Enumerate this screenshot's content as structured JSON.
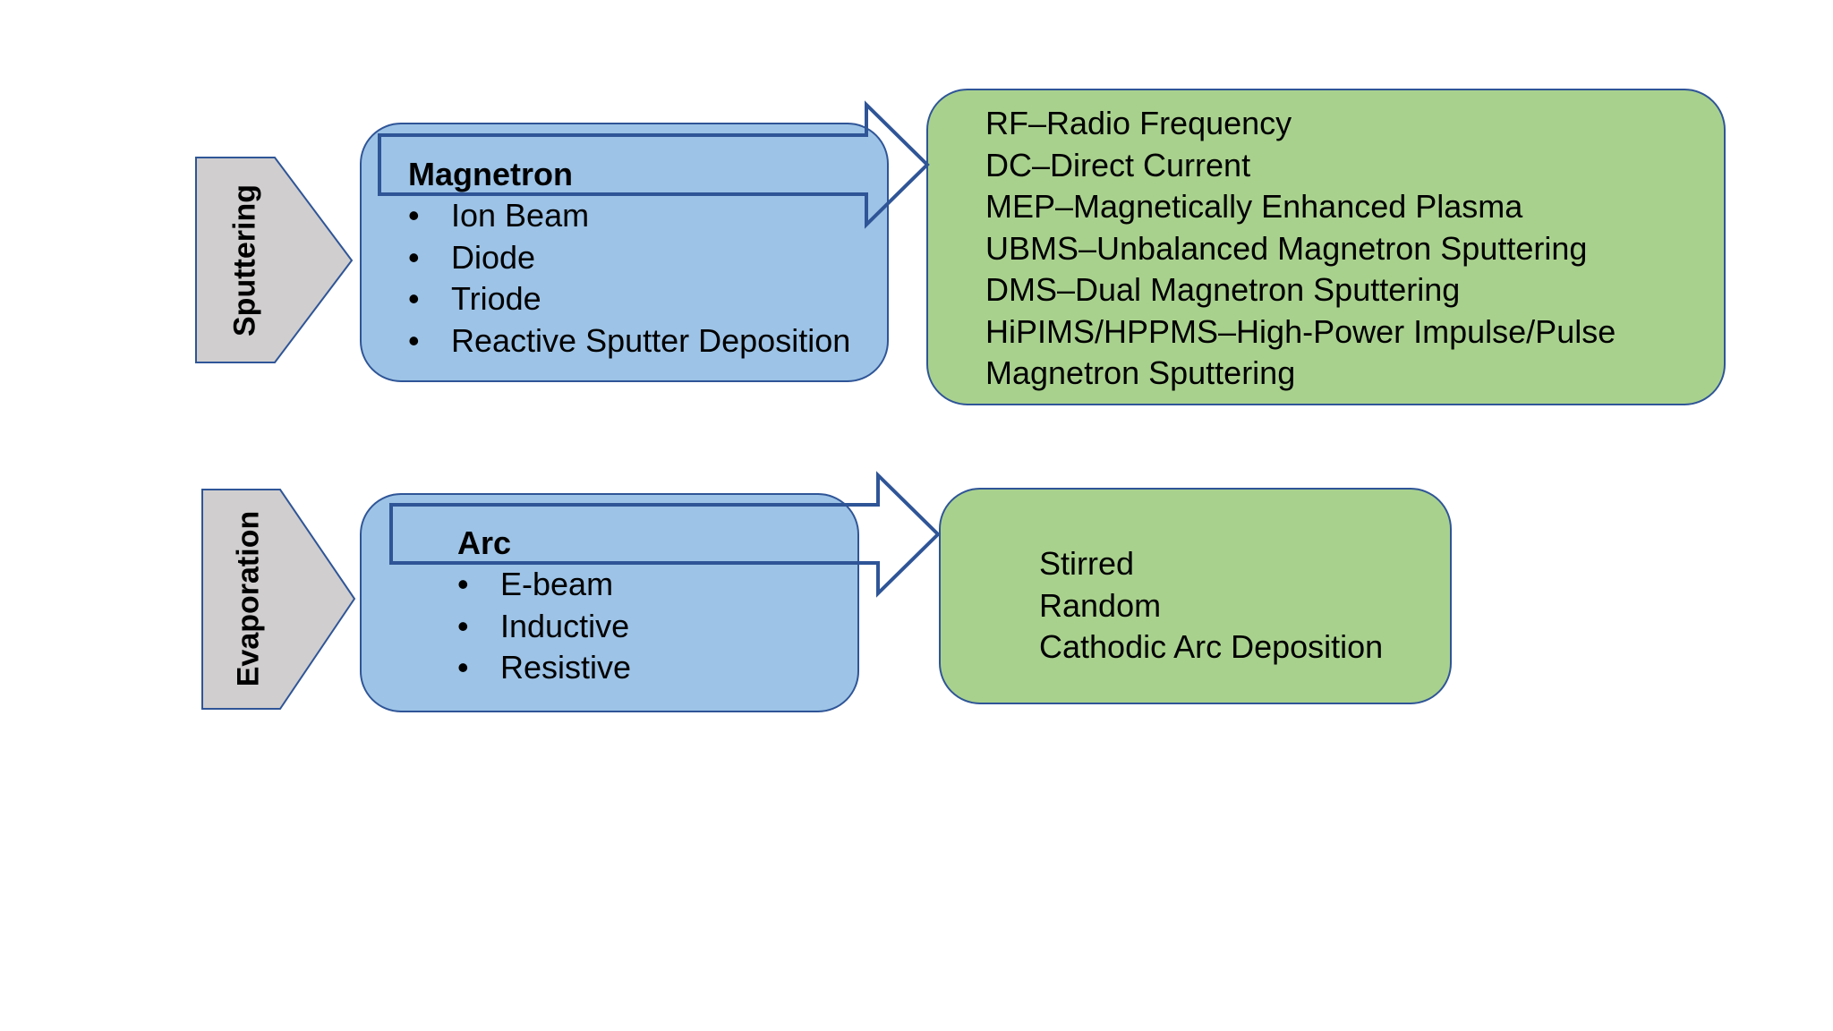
{
  "sputtering": {
    "label": "Sputtering",
    "heading": "Magnetron",
    "bullets": [
      "Ion Beam",
      "Diode",
      "Triode",
      "Reactive Sputter Deposition"
    ],
    "details": [
      "RF–Radio Frequency",
      "DC–Direct Current",
      "MEP–Magnetically Enhanced Plasma",
      "UBMS–Unbalanced Magnetron Sputtering",
      "DMS–Dual Magnetron Sputtering",
      "HiPIMS/HPPMS–High-Power Impulse/Pulse",
      "Magnetron Sputtering"
    ]
  },
  "evaporation": {
    "label": "Evaporation",
    "heading": "Arc",
    "bullets": [
      "E-beam",
      "Inductive",
      "Resistive"
    ],
    "details": [
      "Stirred",
      "Random",
      "Cathodic Arc Deposition"
    ]
  },
  "colors": {
    "blue_box": "#9dc3e6",
    "green_box": "#a9d18e",
    "outline": "#2f5597",
    "chevron": "#d0cece"
  }
}
